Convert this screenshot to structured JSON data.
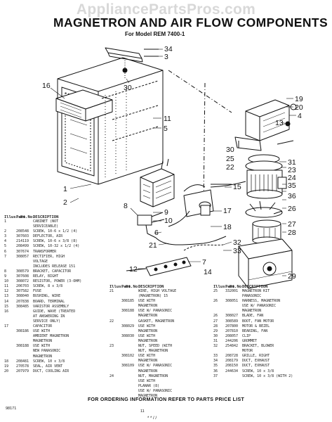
{
  "watermark": "AppliancePartsPros.com",
  "title": "MAGNETRON AND AIR FLOW COMPONENTS",
  "subtitle": "For Model REM 7400-1",
  "callouts": [
    "34",
    "3",
    "30",
    "16",
    "1",
    "2",
    "11",
    "5",
    "19",
    "20",
    "4",
    "13",
    "30",
    "25",
    "22",
    "31",
    "23",
    "24",
    "35",
    "36",
    "26",
    "27",
    "28",
    "29",
    "15",
    "17",
    "18",
    "9",
    "10",
    "8",
    "6",
    "21",
    "32",
    "33",
    "7",
    "14",
    "12"
  ],
  "table1": {
    "header": [
      "Illus. No.",
      "Part No.",
      "DESCRIPTION"
    ],
    "rows": [
      [
        "1",
        "",
        "CABINET (NOT"
      ],
      [
        "",
        "",
        "SERVICEABLE)"
      ],
      [
        "2",
        "208548",
        "SCREW, 10-6 x 1/2 (4)"
      ],
      [
        "3",
        "307603",
        "DEFLECTOR, AIR"
      ],
      [
        "4",
        "214119",
        "SCREW, 10-6 x 3/8 (8)"
      ],
      [
        "5",
        "208499",
        "SCREW, 10-32 x 1/2 (4)"
      ],
      [
        "6",
        "307674",
        "TRANSFORMER"
      ],
      [
        "7",
        "308057",
        "RECTIFIER, HIGH"
      ],
      [
        "",
        "",
        "VOLTAGE"
      ],
      [
        "",
        "",
        "INCLUDES RELEASE 151"
      ],
      [
        "8",
        "308579",
        "BRACKET, CAPACITOR"
      ],
      [
        "9",
        "307608",
        "RELAY, BIGHT"
      ],
      [
        "10",
        "308072",
        "RESISTOR, POWER (3-OHM)"
      ],
      [
        "11",
        "206703",
        "SCREW, 8 x 3/8"
      ],
      [
        "12",
        "307582",
        "FUSE"
      ],
      [
        "13",
        "308040",
        "BUSHING, WIRE"
      ],
      [
        "14",
        "207838",
        "BOARD, TERMINAL"
      ],
      [
        "15",
        "308485",
        "VARISTOR ASSEMBLY"
      ],
      [
        "16",
        "",
        "GUIDE, WAVE (TREATED"
      ],
      [
        "",
        "",
        "AT ANSWERING IN"
      ],
      [
        "",
        "",
        "SERVICE ONLY)"
      ],
      [
        "17",
        "",
        "CAPACITOR"
      ],
      [
        "",
        "308186",
        "USE WITH"
      ],
      [
        "",
        "",
        "AMBIENT MAGNETRON"
      ],
      [
        "",
        "",
        "MAGNETRON"
      ],
      [
        "",
        "308188",
        "USE WITH"
      ],
      [
        "",
        "",
        "NEW PANASONIC"
      ],
      [
        "",
        "",
        "MAGNETRON"
      ],
      [
        "18",
        "208481",
        "SCREW, 10 x 3/8"
      ],
      [
        "19",
        "270578",
        "SEAL, AIR VENT"
      ],
      [
        "20",
        "207979",
        "DUCT, COOLING AIR"
      ]
    ]
  },
  "table2": {
    "header": [
      "Illus. No.",
      "Part No.",
      "DESCRIPTION"
    ],
    "rows": [
      [
        "21",
        "",
        "WIRE, HIGH VOLTAGE"
      ],
      [
        "",
        "",
        "(MAGNETRON) 15"
      ],
      [
        "",
        "308185",
        "USE WITH"
      ],
      [
        "",
        "",
        "MAGNETRON"
      ],
      [
        "",
        "308188",
        "USE W/ PANASONIC"
      ],
      [
        "",
        "",
        "MAGNETRON"
      ],
      [
        "22",
        "",
        "GASKET, MAGNETRON"
      ],
      [
        "",
        "308029",
        "USE WITH"
      ],
      [
        "",
        "",
        "MAGNETRON"
      ],
      [
        "",
        "308030",
        "USE WITH"
      ],
      [
        "",
        "",
        "MAGNETRON"
      ],
      [
        "23",
        "",
        "NUT, SPEED (WITH"
      ],
      [
        "",
        "",
        "NUT, MAGNETRON"
      ],
      [
        "",
        "308102",
        "USE WITH"
      ],
      [
        "",
        "",
        "MAGNETRON"
      ],
      [
        "",
        "308109",
        "USE W/ PANASONIC"
      ],
      [
        "",
        "",
        "MAGNETRON"
      ],
      [
        "24",
        "",
        "NUT, MAGNETRON"
      ],
      [
        "",
        "",
        "USE WITH"
      ],
      [
        "",
        "",
        "PLANAR (8)"
      ],
      [
        "",
        "",
        "USE W/ PANASONIC"
      ],
      [
        "",
        "",
        "MAGNETRON"
      ]
    ]
  },
  "table3": {
    "header": [
      "Illus. No.",
      "Part No.",
      "DESCRIPTION"
    ],
    "rows": [
      [
        "25",
        "332001",
        "MAGNETRON KIT"
      ],
      [
        "",
        "",
        "PANASONIC"
      ],
      [
        "26",
        "308051",
        "HARNESS, MAGNETRON"
      ],
      [
        "",
        "",
        "USE W/ PANASONIC"
      ],
      [
        "",
        "",
        "MAGNETRON"
      ],
      [
        "26",
        "308027",
        "BLADE, FAN"
      ],
      [
        "27",
        "308589",
        "BOOT, FAN MOTOR"
      ],
      [
        "28",
        "207800",
        "MOTOR & BEZEL"
      ],
      [
        "29",
        "207810",
        "BEARING, FAN"
      ],
      [
        "30",
        "208057",
        "CLIP"
      ],
      [
        "31",
        "244206",
        "GROMMET"
      ],
      [
        "32",
        "254842",
        "BRACKET, BLOWER"
      ],
      [
        "",
        "",
        "MOTOR"
      ],
      [
        "33",
        "208728",
        "GRILLE, RIGHT"
      ],
      [
        "34",
        "208179",
        "DUCT, EXHAUST"
      ],
      [
        "35",
        "208150",
        "DUCT, EXHAUST"
      ],
      [
        "36",
        "244634",
        "SCREW, 10 x 3/8"
      ],
      [
        "37",
        "",
        "SCREW, 10 x 3/8 (WITH 2)"
      ]
    ]
  },
  "footer": "FOR ORDERING INFORMATION REFER TO PARTS PRICE LIST",
  "doc_code": "98171",
  "page_marker": "11",
  "bottom_mark": "* * / /"
}
